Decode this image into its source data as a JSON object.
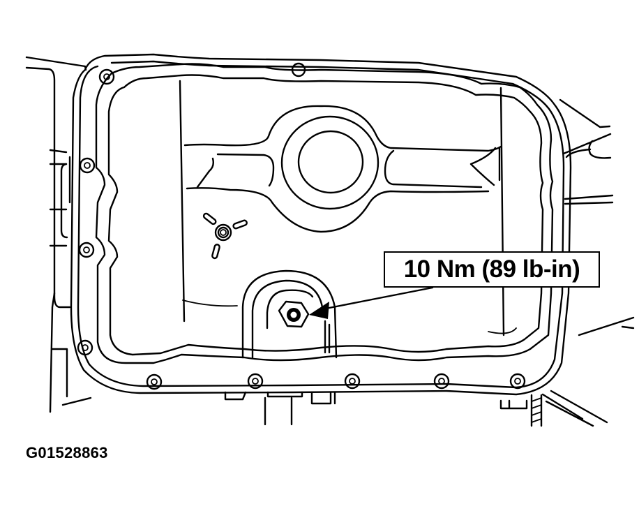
{
  "diagram": {
    "subject": "transmission oil pan",
    "callout": {
      "label": "10 Nm (89 lb-in)",
      "target": "drain plug"
    },
    "figure_code": "G01528863",
    "colors": {
      "line": "#000000",
      "background": "#ffffff"
    }
  }
}
